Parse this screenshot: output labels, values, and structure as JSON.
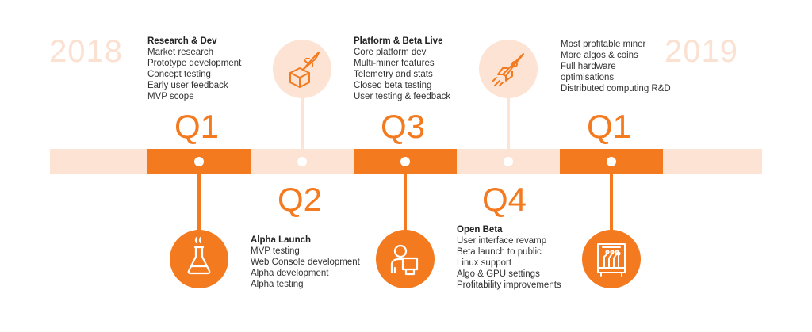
{
  "years": {
    "left": "2018",
    "right": "2019"
  },
  "colors": {
    "accent": "#f47a20",
    "pale": "#fce3d3",
    "year_text": "#fbe1d2"
  },
  "milestones": [
    {
      "quarter": "Q1",
      "title": "Research & Dev",
      "items": [
        "Market research",
        "Prototype development",
        "Concept testing",
        "Early user feedback",
        "MVP scope"
      ],
      "icon": "flask-icon"
    },
    {
      "quarter": "Q2",
      "title": "Alpha Launch",
      "items": [
        "MVP testing",
        "Web Console development",
        "Alpha development",
        "Alpha testing"
      ],
      "icon": "box-rocket-icon"
    },
    {
      "quarter": "Q3",
      "title": "Platform & Beta Live",
      "items": [
        "Core platform dev",
        "Multi-miner features",
        "Telemetry and stats",
        "Closed beta testing",
        "User testing & feedback"
      ],
      "icon": "user-computer-icon"
    },
    {
      "quarter": "Q4",
      "title": "Open Beta",
      "items": [
        "User interface revamp",
        "Beta launch to public",
        "Linux support",
        "Algo & GPU settings",
        "Profitability improvements"
      ],
      "icon": "rocket-icon"
    },
    {
      "quarter": "Q1",
      "title": "",
      "items": [
        "Most profitable miner",
        "More algos & coins",
        "Full hardware",
        "optimisations",
        "Distributed computing R&D"
      ],
      "icon": "circuit-board-icon"
    }
  ]
}
